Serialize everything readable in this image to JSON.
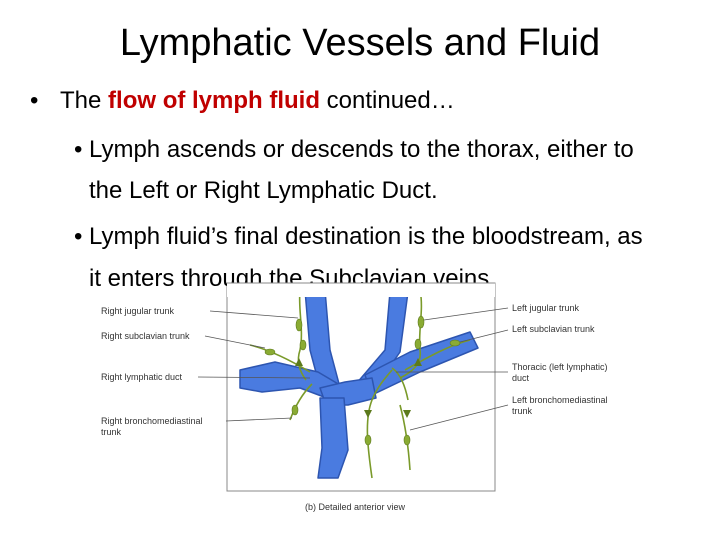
{
  "slide": {
    "title": "Lymphatic Vessels and Fluid",
    "bullet1_prefix": "The ",
    "bullet1_highlight": "flow of lymph fluid",
    "bullet1_suffix": " continued…",
    "bullet2_line1": "Lymph ascends or descends to the thorax, either to",
    "bullet2_line2": "the Left or Right Lymphatic Duct.",
    "bullet3_line1": "Lymph fluid’s final destination is the bloodstream, as",
    "bullet3_line2": "it enters through the Subclavian veins.",
    "bullet_char": "•",
    "highlight_color": "#c00000"
  },
  "figure": {
    "left_labels": [
      "Right jugular trunk",
      "Right subclavian trunk",
      "Right lymphatic duct",
      "Right bronchomediastinal",
      "trunk"
    ],
    "right_labels": [
      "Left jugular trunk",
      "Left subclavian trunk",
      "Thoracic (left lymphatic)",
      "duct",
      "Left bronchomediastinal",
      "trunk"
    ],
    "caption": "(b) Detailed anterior view",
    "vein_color": "#3f6fd6",
    "lymph_color": "#7a9a2a"
  }
}
